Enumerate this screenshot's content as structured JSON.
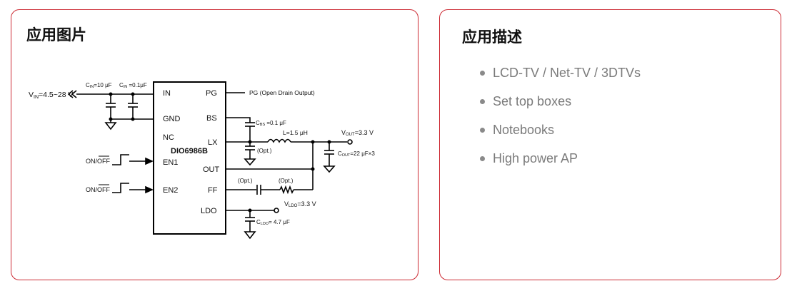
{
  "app_card": {
    "title": "应用图片",
    "schematic": {
      "vin_label": "V",
      "vin_sub": "IN",
      "vin_value": "=4.5~28 V",
      "cin1_main": "C",
      "cin1_sub": "IN",
      "cin1_value": "=10 μF",
      "cin2_main": "C",
      "cin2_sub": "IN",
      "cin2_value": " =0.1μF",
      "chip_name": "DIO6986B",
      "pin_in": "IN",
      "pin_gnd": "GND",
      "pin_nc": "NC",
      "pin_en1": "EN1",
      "pin_en2": "EN2",
      "pin_pg": "PG",
      "pin_bs": "BS",
      "pin_lx": "LX",
      "pin_out": "OUT",
      "pin_ff": "FF",
      "pin_ldo": "LDO",
      "pg_label": "PG (Open Drain Output)",
      "cbs_main": "C",
      "cbs_sub": "BS",
      "cbs_value": " =0.1 μF",
      "inductor_label": "L=1.5 μH",
      "opt_lx": "(Opt.)",
      "vout_main": "V",
      "vout_sub": "OUT",
      "vout_value": "=3.3 V",
      "cout_main": "C",
      "cout_sub": "OUT",
      "cout_value": "=22 μF×3",
      "onoff1": "ON/OFF",
      "onoff2": "ON/OFF",
      "opt_ff_cap": "(Opt.)",
      "opt_ff_res": "(Opt.)",
      "vldo_main": "V",
      "vldo_sub": "LDO",
      "vldo_value": "=3.3 V",
      "cldo_main": "C",
      "cldo_sub": "LDO",
      "cldo_value": "= 4.7 μF"
    }
  },
  "desc_card": {
    "title": "应用描述",
    "items": [
      {
        "label": "LCD-TV / Net-TV / 3DTVs"
      },
      {
        "label": "Set top boxes"
      },
      {
        "label": "Notebooks"
      },
      {
        "label": "High power AP"
      }
    ]
  },
  "colors": {
    "border": "#cc2a33",
    "list_text": "#7a7a7a"
  }
}
